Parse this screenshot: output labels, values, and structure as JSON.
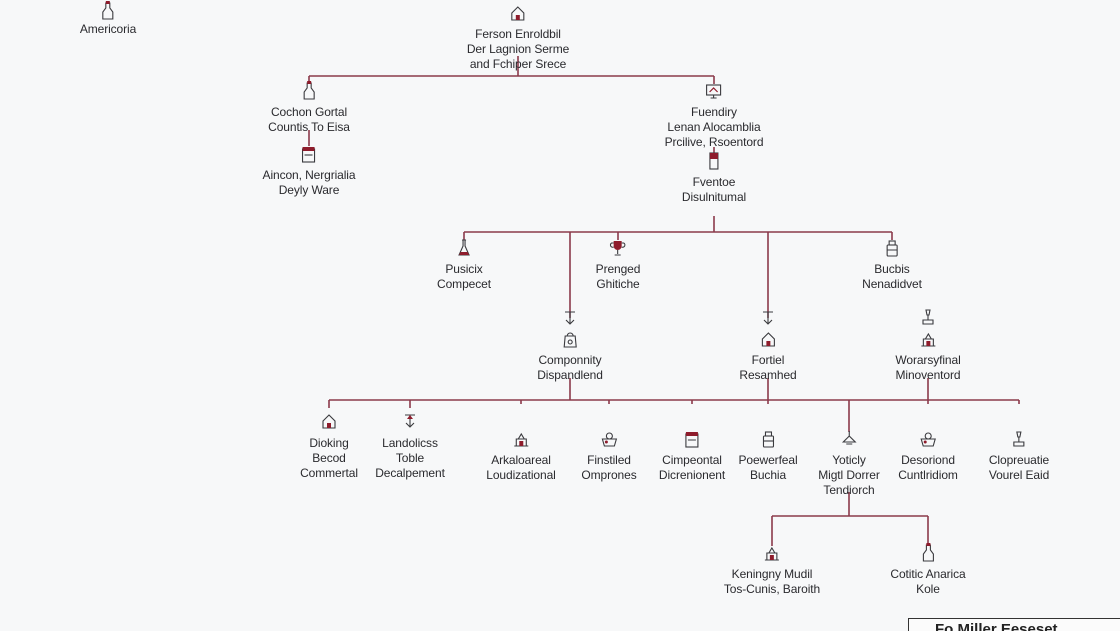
{
  "colors": {
    "line": "#8b3a4a",
    "accent": "#8e1c2c",
    "text": "#2a2a2e"
  },
  "nodes": {
    "americoria": {
      "lines": [
        "Americoria"
      ],
      "icon": "bottle-icon"
    },
    "root": {
      "lines": [
        "Ferson Enroldbil",
        "Der Lagnion Serme",
        "and Fchiper Srece"
      ],
      "icon": "house-icon"
    },
    "cochon": {
      "lines": [
        "Cochon Gortal",
        "Countis To Eisa"
      ],
      "icon": "bottle-icon"
    },
    "aincon": {
      "lines": [
        "Aincon, Nergrialia",
        "Deyly Ware"
      ],
      "icon": "box-icon"
    },
    "fuendiry": {
      "lines": [
        "Fuendiry",
        "Lenan Alocamblia",
        "Prcilive, Rsoentord"
      ],
      "icon": "monitor-icon"
    },
    "fventoe": {
      "lines": [
        "Fventoe",
        "Disulnitumal"
      ],
      "icon": "phone-icon"
    },
    "pusicix": {
      "lines": [
        "Pusicix",
        "Compecet"
      ],
      "icon": "flask-icon"
    },
    "prenged": {
      "lines": [
        "Prenged",
        "Ghitiche"
      ],
      "icon": "trophy-icon"
    },
    "bucbis": {
      "lines": [
        "Bucbis",
        "Nenadidvet"
      ],
      "icon": "jar-icon"
    },
    "componnity": {
      "lines": [
        "Componnity",
        "Dispandlend"
      ],
      "icon": "bag-icon"
    },
    "fortiel": {
      "lines": [
        "Fortiel",
        "Resamhed"
      ],
      "icon": "house-icon"
    },
    "worarsyfinal": {
      "lines": [
        "Worarsyfinal",
        "Minoventord"
      ],
      "icon": "building-icon"
    },
    "dioking": {
      "lines": [
        "Dioking",
        "Becod",
        "Commertal"
      ],
      "icon": "house-icon"
    },
    "landolicss": {
      "lines": [
        "Landolicss",
        "Toble",
        "Decalpement"
      ],
      "icon": "arrow-icon"
    },
    "arkaloareal": {
      "lines": [
        "Arkaloareal",
        "Loudizational"
      ],
      "icon": "building-icon"
    },
    "finstiled": {
      "lines": [
        "Finstiled",
        "Omprones"
      ],
      "icon": "basket-icon"
    },
    "cimpeontal": {
      "lines": [
        "Cimpeontal",
        "Dicrenionent"
      ],
      "icon": "box-icon"
    },
    "poewerfeal": {
      "lines": [
        "Poewerfeal",
        "Buchia"
      ],
      "icon": "jar-icon"
    },
    "yoticly": {
      "lines": [
        "Yoticly",
        "Migtl Dorrer",
        "Tendiorch"
      ],
      "icon": "lamp-icon"
    },
    "desoriond": {
      "lines": [
        "Desoriond",
        "Cuntlridiom"
      ],
      "icon": "basket-icon"
    },
    "clopreuatie": {
      "lines": [
        "Clopreuatie",
        "Vourel Eaid"
      ],
      "icon": "pedestal-icon"
    },
    "keningny": {
      "lines": [
        "Keningny Mudil",
        "Tos-Cunis, Baroith"
      ],
      "icon": "building-icon"
    },
    "cotitic": {
      "lines": [
        "Cotitic Anarica",
        "Kole"
      ],
      "icon": "bottle-icon"
    }
  },
  "footer": {
    "text": "Fo Miller Eeseset"
  }
}
